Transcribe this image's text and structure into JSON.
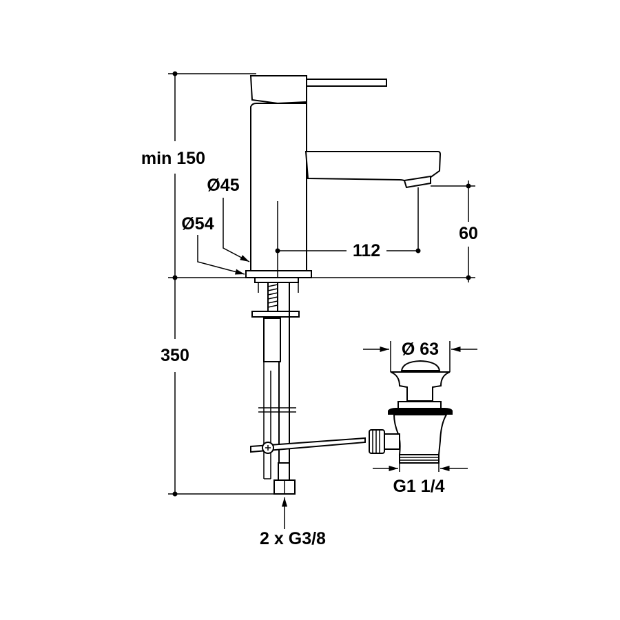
{
  "drawing": {
    "title": "Basin mixer technical drawing",
    "dimensions": {
      "height_min": "min 150",
      "body_diameter": "Ø45",
      "base_diameter": "Ø54",
      "spout_reach": "112",
      "spout_height": "60",
      "under_counter_length": "350",
      "drain_diameter": "Ø 63",
      "drain_thread": "G1 1/4",
      "supply_connections": "2 x G3/8"
    },
    "line_color": "#000000",
    "background": "#ffffff"
  }
}
